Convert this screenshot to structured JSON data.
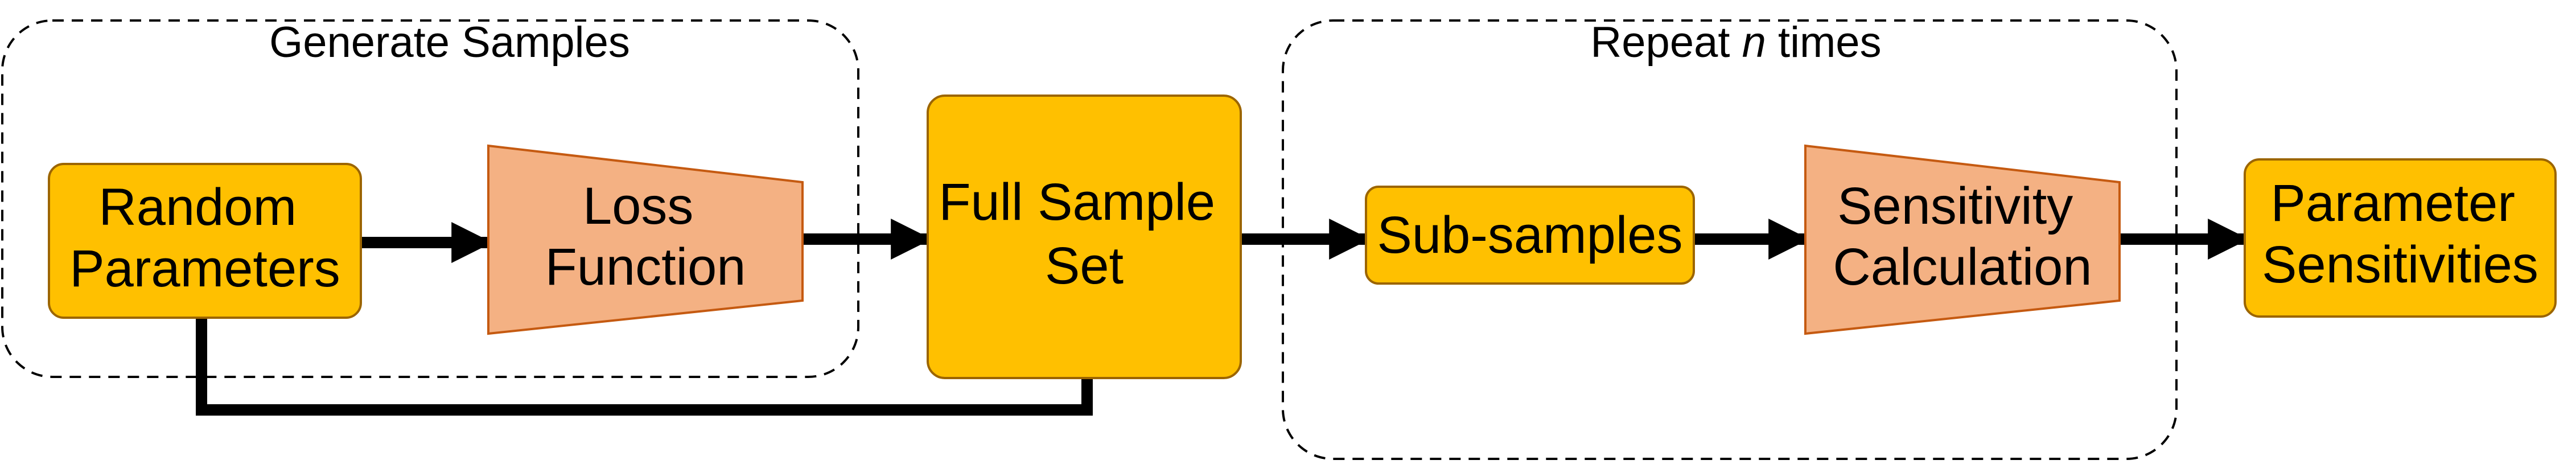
{
  "groups": {
    "generate": {
      "title": "Generate Samples"
    },
    "repeat": {
      "title_prefix": "Repeat ",
      "title_var": "n",
      "title_suffix": " times"
    }
  },
  "nodes": {
    "random_parameters": {
      "line1": "Random",
      "line2": "Parameters"
    },
    "loss_function": {
      "line1": "Loss",
      "line2": "Function"
    },
    "full_sample_set": {
      "line1": "Full Sample",
      "line2": "Set"
    },
    "sub_samples": {
      "line1": "Sub-samples"
    },
    "sensitivity_calculation": {
      "line1": "Sensitivity",
      "line2": "Calculation"
    },
    "parameter_sensitivities": {
      "line1": "Parameter",
      "line2": "Sensitivities"
    }
  },
  "colors": {
    "box_fill": "#FFC000",
    "box_stroke": "#9C6500",
    "trap_fill": "#F4B183",
    "trap_stroke": "#C55A11",
    "arrow": "#000000",
    "group_stroke": "#000000"
  }
}
